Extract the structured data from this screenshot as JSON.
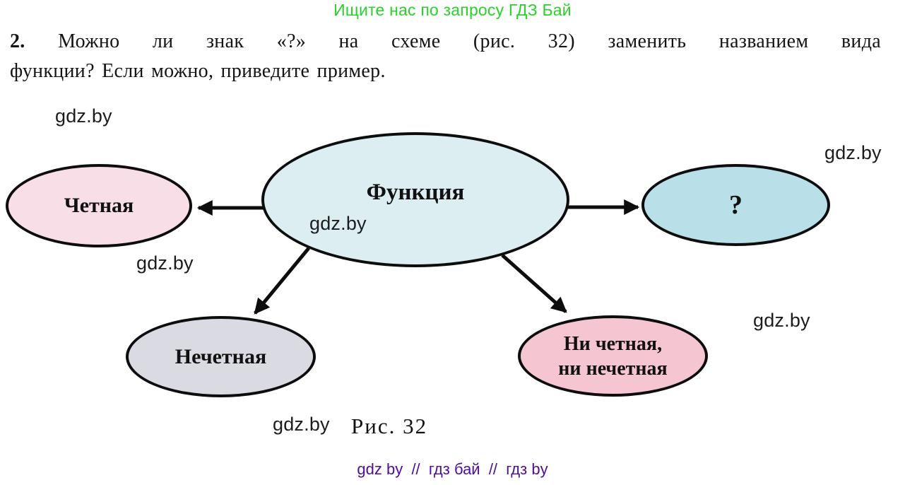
{
  "header": {
    "promo": "Ищите нас по запросу ГДЗ Бай",
    "promo_color": "#2bd12b"
  },
  "question": {
    "number": "2.",
    "line1": "Можно ли знак «?» на схеме (рис. 32) заменить названием вида",
    "line2": "функции? Если можно, приведите пример."
  },
  "diagram": {
    "nodes": {
      "center": {
        "label": "Функция",
        "fill": "#ddeef2"
      },
      "left": {
        "label": "Четная",
        "fill": "#f8dee6"
      },
      "right": {
        "label": "?",
        "fill": "#b9dfe8"
      },
      "bottom_left": {
        "label": "Нечетная",
        "fill": "#dadae2"
      },
      "bottom_right": {
        "label_line1": "Ни четная,",
        "label_line2": "ни нечетная",
        "fill": "#f5c6d2"
      }
    },
    "arrow_color": "#0d0d0d",
    "caption": "Рис. 32"
  },
  "watermark": {
    "text": "gdz.by"
  },
  "footer": {
    "text": "gdz by  //  гдз бай  //  гдз by",
    "color": "#4e0e96"
  }
}
